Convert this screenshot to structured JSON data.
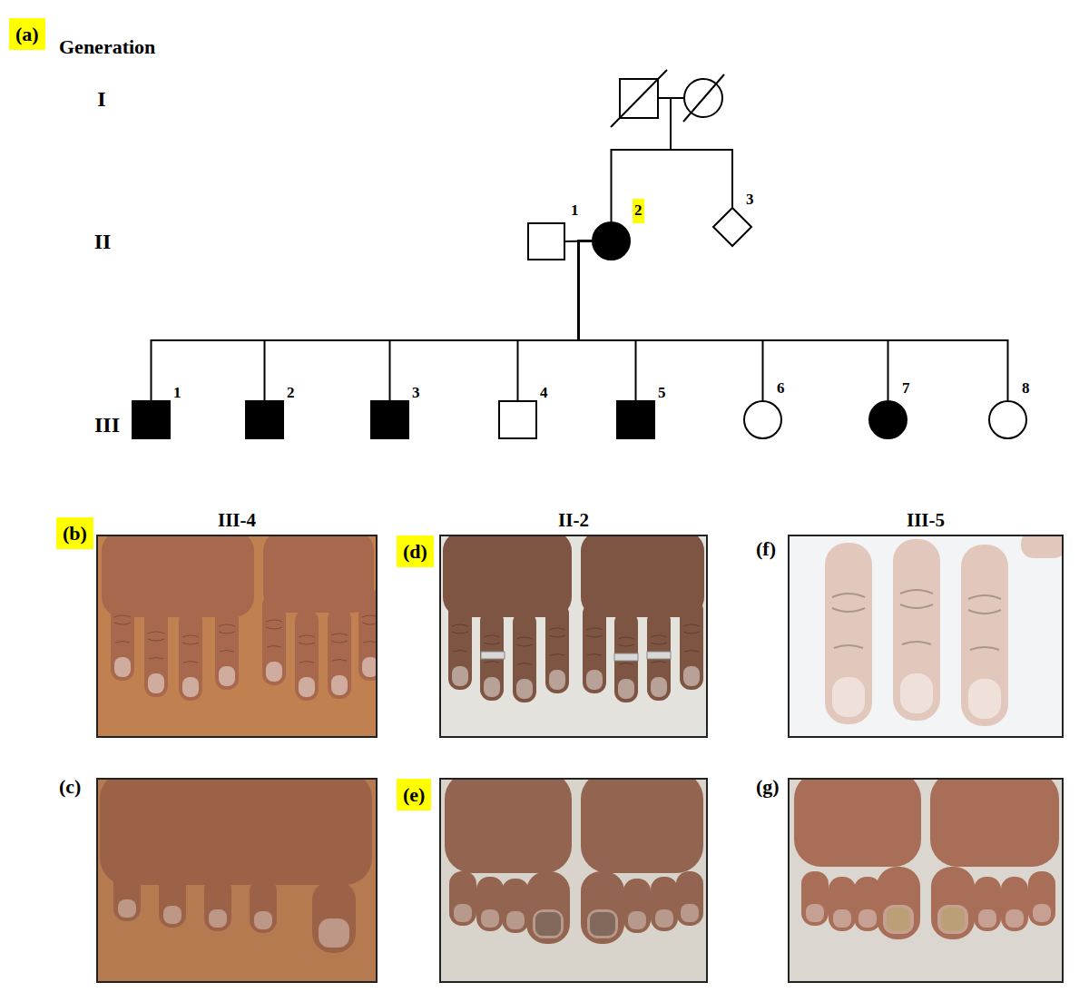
{
  "diagram": {
    "nodes": [
      {
        "text": [
          "1"
        ]
      },
      {
        "text": [
          "2"
        ]
      },
      {
        "text": [
          "3"
        ]
      },
      {
        "text": [
          "1"
        ]
      },
      {
        "text": [
          "2"
        ]
      },
      {
        "text": [
          "3"
        ]
      },
      {
        "text": [
          "4"
        ]
      },
      {
        "text": [
          "5"
        ]
      },
      {
        "text": [
          "6"
        ]
      },
      {
        "text": [
          "7"
        ]
      },
      {
        "text": [
          "8"
        ]
      }
    ],
    "edges": [
      {
        "from": 0,
        "to": 1,
        "arrow": "none"
      },
      {
        "from": 1,
        "to": 2,
        "arrow": "none"
      },
      {
        "from": 1,
        "to": 3,
        "arrow": "none"
      },
      {
        "from": 1,
        "to": 4,
        "arrow": "none"
      },
      {
        "from": 1,
        "to": 5,
        "arrow": "none"
      },
      {
        "from": 1,
        "to": 6,
        "arrow": "none"
      },
      {
        "from": 1,
        "to": 7,
        "arrow": "none"
      },
      {
        "from": 1,
        "to": 8,
        "arrow": "none"
      },
      {
        "from": 1,
        "to": 9,
        "arrow": "none"
      },
      {
        "from": 1,
        "to": 10,
        "arrow": "none"
      }
    ],
    "labels": [
      "(a)",
      "Generation",
      "I",
      "II",
      "III",
      "III-4",
      "II-2",
      "III-5",
      "(b)",
      "(d)",
      "(f)",
      "(c)",
      "(e)",
      "(g)"
    ]
  }
}
